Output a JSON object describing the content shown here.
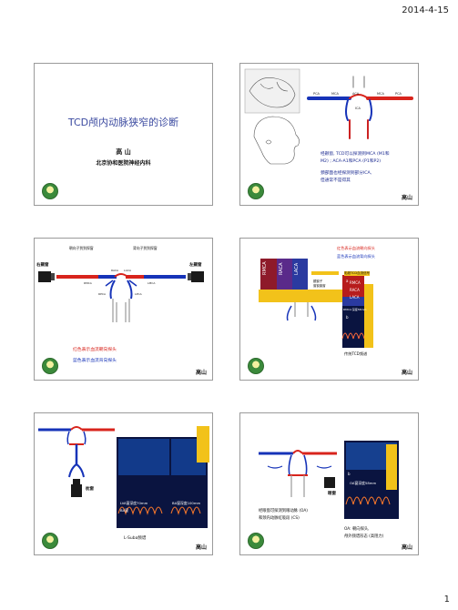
{
  "page": {
    "date": "2014-4-15",
    "number": "1"
  },
  "colors": {
    "artery": "#d8241c",
    "flow_blue": "#1633b8",
    "logo_green": "#3b8a3b",
    "probe": "#1a1a1a",
    "spectrum_bg": "#0a1440",
    "yellow_bar": "#f2c21a"
  },
  "slide1": {
    "title": "TCD颅内动脉狭窄的诊断",
    "author": "高 山",
    "affiliation": "北京协和医院神经内科"
  },
  "slide2": {
    "labels": [
      "PCA",
      "MCA",
      "ACA",
      "ICA",
      "MCA",
      "PCA"
    ],
    "text_lines": [
      "经颞窗, TCD可以探测到MCA (M1和",
      "M2) ; ACA-A1和PCA (P1和P2)",
      "",
      "颈部面也经探测到部分ICA,",
      "但通常不是得其"
    ],
    "signature": "高山"
  },
  "slide3": {
    "top_left": "朝向子到到探窗",
    "top_right": "背向子到到探窗",
    "side_left": "右颞窗",
    "side_right": "左颞窗",
    "vessels": [
      "RACA",
      "LACA",
      "RMCA",
      "LMCA",
      "RPCA",
      "LPCA"
    ],
    "red_line": "红色表示血流朝向探头",
    "blue_line": "蓝色表示血流背向探头",
    "signature": "高山"
  },
  "slide4": {
    "red_line": "红色表示血流朝向探头",
    "blue_line": "蓝色表示血流背向探头",
    "banner": "彩超TCD血流信号",
    "badge_a": "a",
    "badge_b": "b",
    "rmca": "RMCA",
    "raca": "RACA",
    "laca": "LACA",
    "spectrum_label": "RMCA:深度58mm",
    "side_note": [
      "颞窗子",
      "窗窗窗窗"
    ],
    "caption": "传统TCD频谱",
    "signature": "高山"
  },
  "slide5": {
    "probe_label": "枕窗",
    "v1": "LVA窗深度70mm",
    "v2": "BA窗深度100mm",
    "v3": "BA窗",
    "caption": "L-Suba频谱",
    "signature": "高山"
  },
  "slide6": {
    "probe_label": "眼窗",
    "depth_label": "OA窗深度58mm",
    "badge": "b",
    "left_lines": [
      "经眼窗可探测到眼动脉 (OA)",
      "和颈内动脉虹吸段 (CS)"
    ],
    "right_lines": [
      "OA: 朝向探头,",
      "颅外频谱形态 (高阻力)"
    ],
    "signature": "高山"
  }
}
